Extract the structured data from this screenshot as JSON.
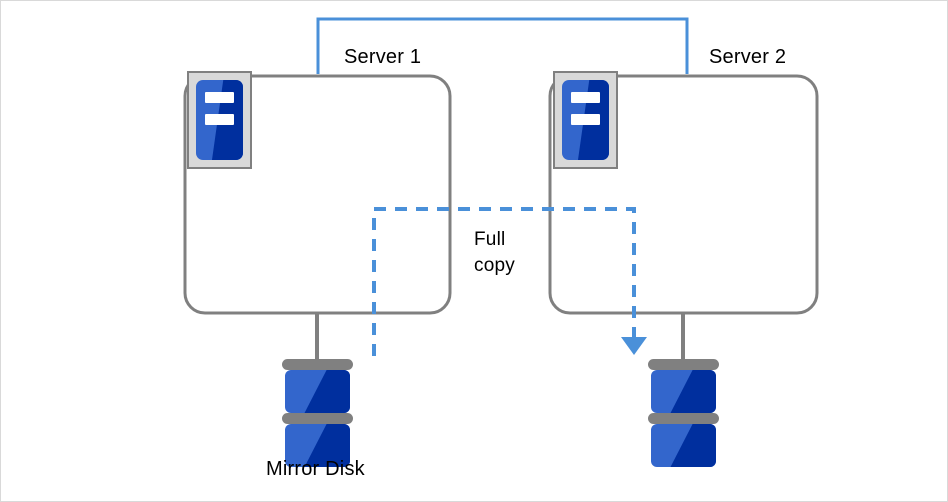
{
  "diagram": {
    "title_hidden": "",
    "colors": {
      "link_blue": "#4a90d9",
      "box_gray": "#808080",
      "icon_light_blue": "#3366cc",
      "icon_dark_blue": "#002f9e",
      "icon_frame_gray": "#d9d9d9",
      "text_black": "#000000",
      "page_border": "#d9d9d9"
    },
    "servers": [
      {
        "label": "Server 1",
        "icon": "server-icon"
      },
      {
        "label": "Server 2",
        "icon": "server-icon"
      }
    ],
    "disks": [
      {
        "label": "Mirror Disk",
        "icon": "disk-icon"
      },
      {
        "label": "",
        "icon": "disk-icon"
      }
    ],
    "connections": {
      "heartbeat": {
        "style": "solid",
        "color": "#4a90d9"
      },
      "replication": {
        "label_line1": "Full",
        "label_line2": "copy",
        "style": "dashed",
        "color": "#4a90d9",
        "arrow": "arrow-down-icon",
        "direction": "server1-mirror-disk-to-server2-disk"
      }
    }
  }
}
